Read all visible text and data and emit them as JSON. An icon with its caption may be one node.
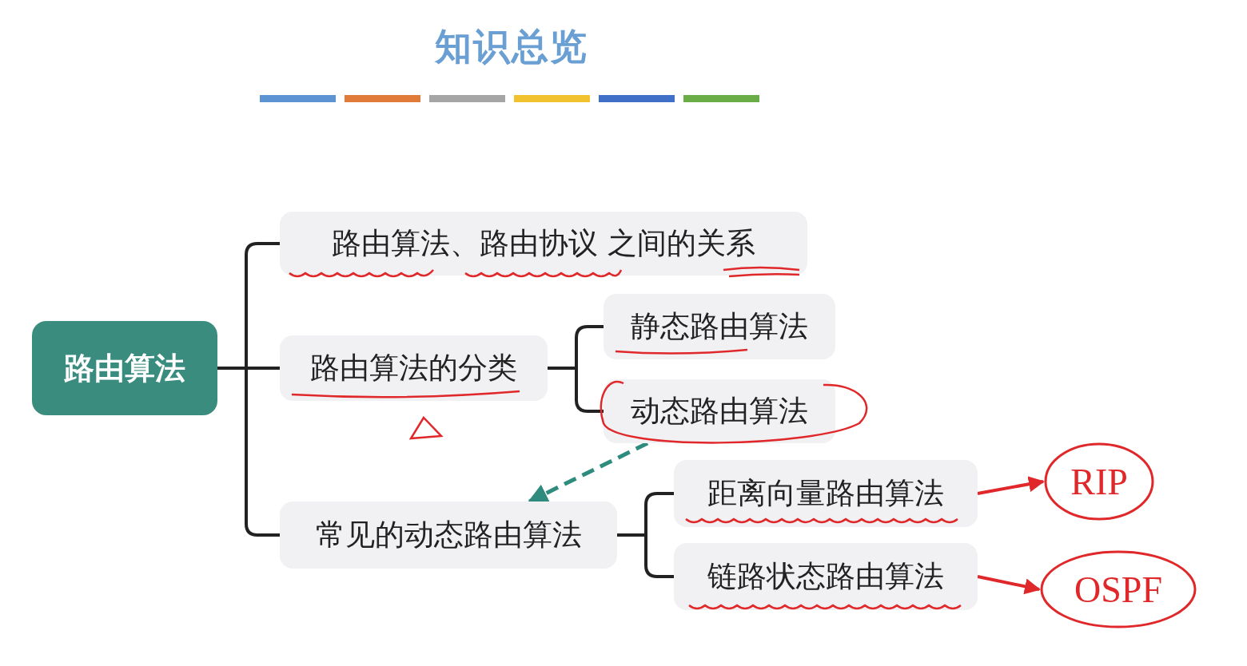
{
  "diagram": {
    "title": "知识总览",
    "nodes": [
      {
        "text": [
          "路由算法"
        ]
      },
      {
        "text": [
          "路由算法、路由协议 之间的关系"
        ]
      },
      {
        "text": [
          "路由算法的分类"
        ]
      },
      {
        "text": [
          "静态路由算法"
        ]
      },
      {
        "text": [
          "动态路由算法"
        ]
      },
      {
        "text": [
          "常见的动态路由算法"
        ]
      },
      {
        "text": [
          "距离向量路由算法"
        ]
      },
      {
        "text": [
          "链路状态路由算法"
        ]
      },
      {
        "text": [
          "RIP"
        ]
      },
      {
        "text": [
          "OSPF"
        ]
      }
    ],
    "edges": [
      {
        "from": 0,
        "to": 1,
        "arrow": "none"
      },
      {
        "from": 0,
        "to": 2,
        "arrow": "none"
      },
      {
        "from": 0,
        "to": 5,
        "arrow": "none"
      },
      {
        "from": 2,
        "to": 3,
        "arrow": "none"
      },
      {
        "from": 2,
        "to": 4,
        "arrow": "none"
      },
      {
        "from": 5,
        "to": 6,
        "arrow": "none"
      },
      {
        "from": 5,
        "to": 7,
        "arrow": "none"
      },
      {
        "from": 4,
        "to": 5,
        "arrow": "to",
        "style": "dashed",
        "color": "#2e8b7d"
      },
      {
        "from": 6,
        "to": 8,
        "arrow": "to",
        "color": "#e0282a"
      },
      {
        "from": 7,
        "to": 9,
        "arrow": "to",
        "color": "#e0282a"
      }
    ]
  }
}
